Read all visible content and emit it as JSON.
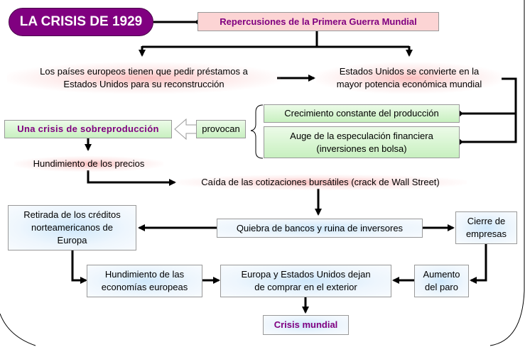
{
  "diagram": {
    "title": "LA CRISIS DE 1929",
    "colors": {
      "title_bg": "#800080",
      "accent_text": "#800080",
      "pink_box": "#fcd4d4",
      "green_box": "#c8f0c0",
      "blue_box": "#cfe8fb"
    },
    "nodes": {
      "repercusiones": "Repercusiones de la Primera Guerra Mundial",
      "prestamos_line1": "Los países europeos tienen que pedir préstamos a",
      "prestamos_line2": "Estados Unidos para su reconstrucción",
      "potencia_line1": "Estados Unidos se convierte en la",
      "potencia_line2": "mayor potencia económica mundial",
      "crecimiento": "Crecimiento constante del producción",
      "especulacion_line1": "Auge de la especulación financiera",
      "especulacion_line2": "(inversiones en bolsa)",
      "provocan": "provocan",
      "sobreproduccion": "Una crisis de sobreproducción",
      "hundimiento_precios": "Hundimiento de los precios",
      "caida_cotizaciones": "Caída de las cotizaciones bursátiles (crack de Wall Street)",
      "retirada_line1": "Retirada de los créditos",
      "retirada_line2": "norteamericanos de",
      "retirada_line3": "Europa",
      "quiebra": "Quiebra de bancos y ruina de inversores",
      "cierre_line1": "Cierre de",
      "cierre_line2": "empresas",
      "hundimiento_economias_line1": "Hundimiento de las",
      "hundimiento_economias_line2": "economías europeas",
      "dejan_comprar_line1": "Europa y Estados Unidos dejan",
      "dejan_comprar_line2": "de comprar en el exterior",
      "aumento_paro_line1": "Aumento",
      "aumento_paro_line2": "del paro",
      "crisis_mundial": "Crisis mundial"
    }
  }
}
